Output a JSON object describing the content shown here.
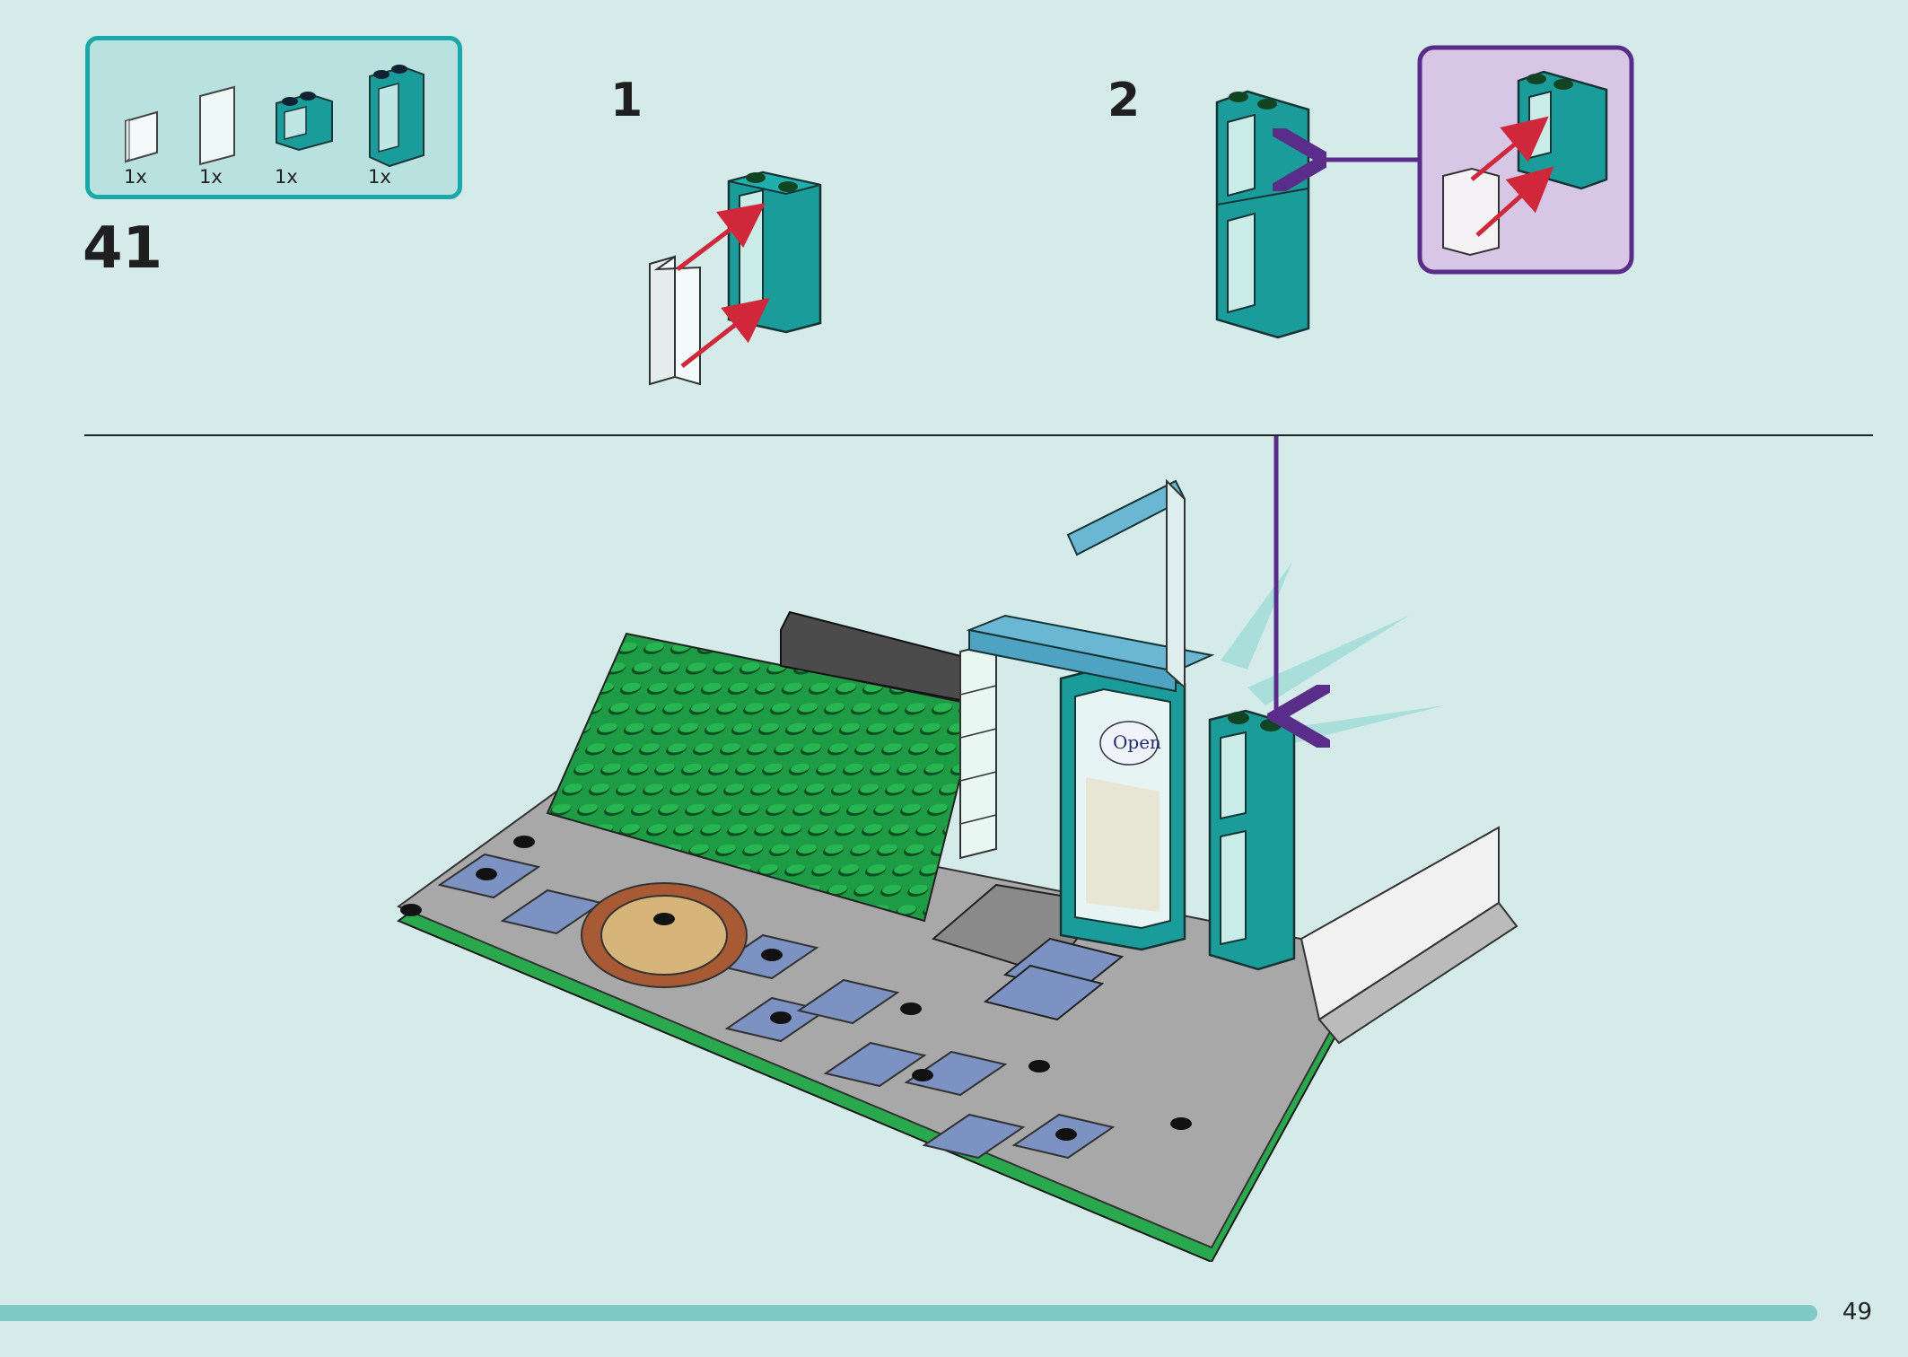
{
  "parts_list": {
    "quantities": [
      "1x",
      "1x",
      "1x",
      "1x"
    ]
  },
  "main_step": {
    "number": "41"
  },
  "substeps": [
    {
      "number": "1"
    },
    {
      "number": "2"
    }
  ],
  "sign_text": "Open",
  "page_number": "49",
  "colors": {
    "background": "#d4ebea",
    "accent_teal": "#1ba8a8",
    "callout_purple": "#5a2d8a",
    "callout_fill": "#d8c6e6",
    "arrow_red": "#d0283a",
    "stud_green": "#1fa84a",
    "tile_blue": "#7b92c2"
  },
  "icons": [
    "window-frame-icon",
    "glass-pane-icon",
    "placement-arrow-icon"
  ]
}
